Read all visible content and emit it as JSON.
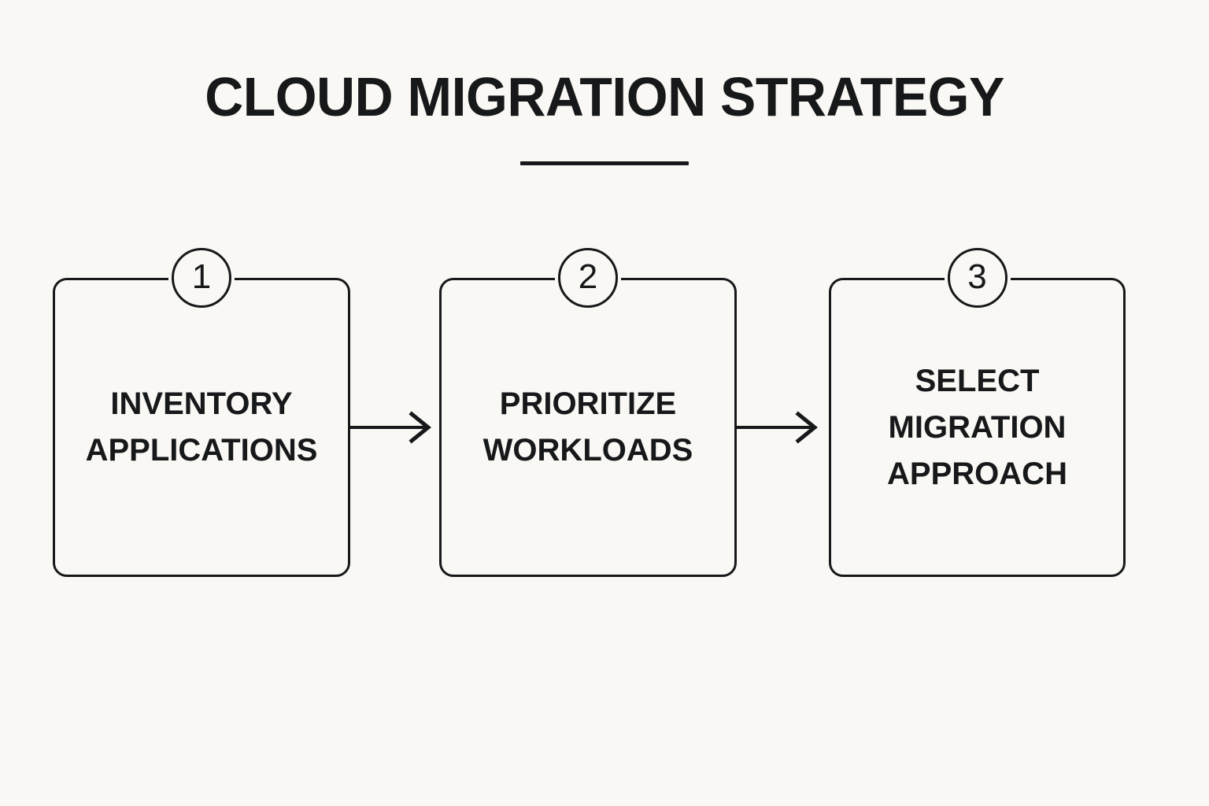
{
  "page": {
    "background_color": "#F9F8F4",
    "ink_color": "#17181A"
  },
  "header": {
    "title": "CLOUD MIGRATION STRATEGY",
    "has_rule": true
  },
  "flow": {
    "type": "linear-process",
    "connector": "arrow-right",
    "steps": [
      {
        "number": "1",
        "label": "INVENTORY\nAPPLICATIONS",
        "line1": "INVENTORY",
        "line2": "APPLICATIONS"
      },
      {
        "number": "2",
        "label": "PRIORITIZE\nWORKLOADS",
        "line1": "PRIORITIZE",
        "line2": "WORKLOADS"
      },
      {
        "number": "3",
        "label": "SELECT\nMIGRATION\nAPPROACH",
        "line1": "SELECT",
        "line2": "MIGRATION",
        "line3": "APPROACH"
      }
    ]
  }
}
